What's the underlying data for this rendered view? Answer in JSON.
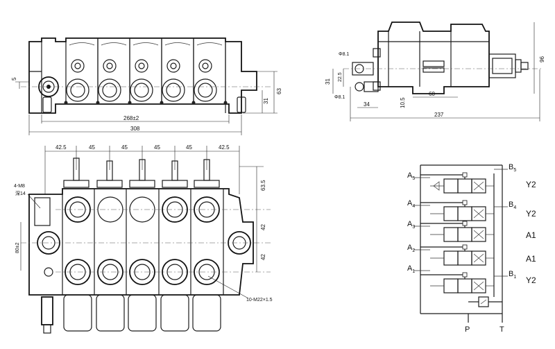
{
  "views": {
    "top": {
      "dims": {
        "d5": "5",
        "d31": "31",
        "d63": "63",
        "d268": "268±2",
        "d308": "308"
      }
    },
    "side": {
      "dims": {
        "d81a": "Φ8.1",
        "d81b": "Φ8.1",
        "d31": "31",
        "d225": "22.5",
        "d34": "34",
        "d105": "10.5",
        "d60": "60",
        "d96": "96",
        "d237": "237"
      }
    },
    "front": {
      "dims": {
        "w1": "42.5",
        "w2": "45",
        "w3": "45",
        "w4": "45",
        "w5": "45",
        "w6": "42.5",
        "h635": "63.5",
        "h42a": "42",
        "h42b": "42",
        "h80": "80±2"
      },
      "notes": {
        "mount": "4-M8",
        "depth": "深14",
        "thread": "10-M22×1.5"
      }
    }
  },
  "schematic": {
    "ports": {
      "B5": "B",
      "B5s": "5",
      "A5": "A",
      "A5s": "5",
      "A4": "A",
      "A4s": "4",
      "B4": "B",
      "B4s": "4",
      "A3": "A",
      "A3s": "3",
      "A2": "A",
      "A2s": "2",
      "A1": "A",
      "A1s": "1",
      "B1": "B",
      "B1s": "1",
      "P": "P",
      "T": "T"
    },
    "functions": [
      "Y2",
      "Y2",
      "A1",
      "A1",
      "Y2"
    ]
  }
}
